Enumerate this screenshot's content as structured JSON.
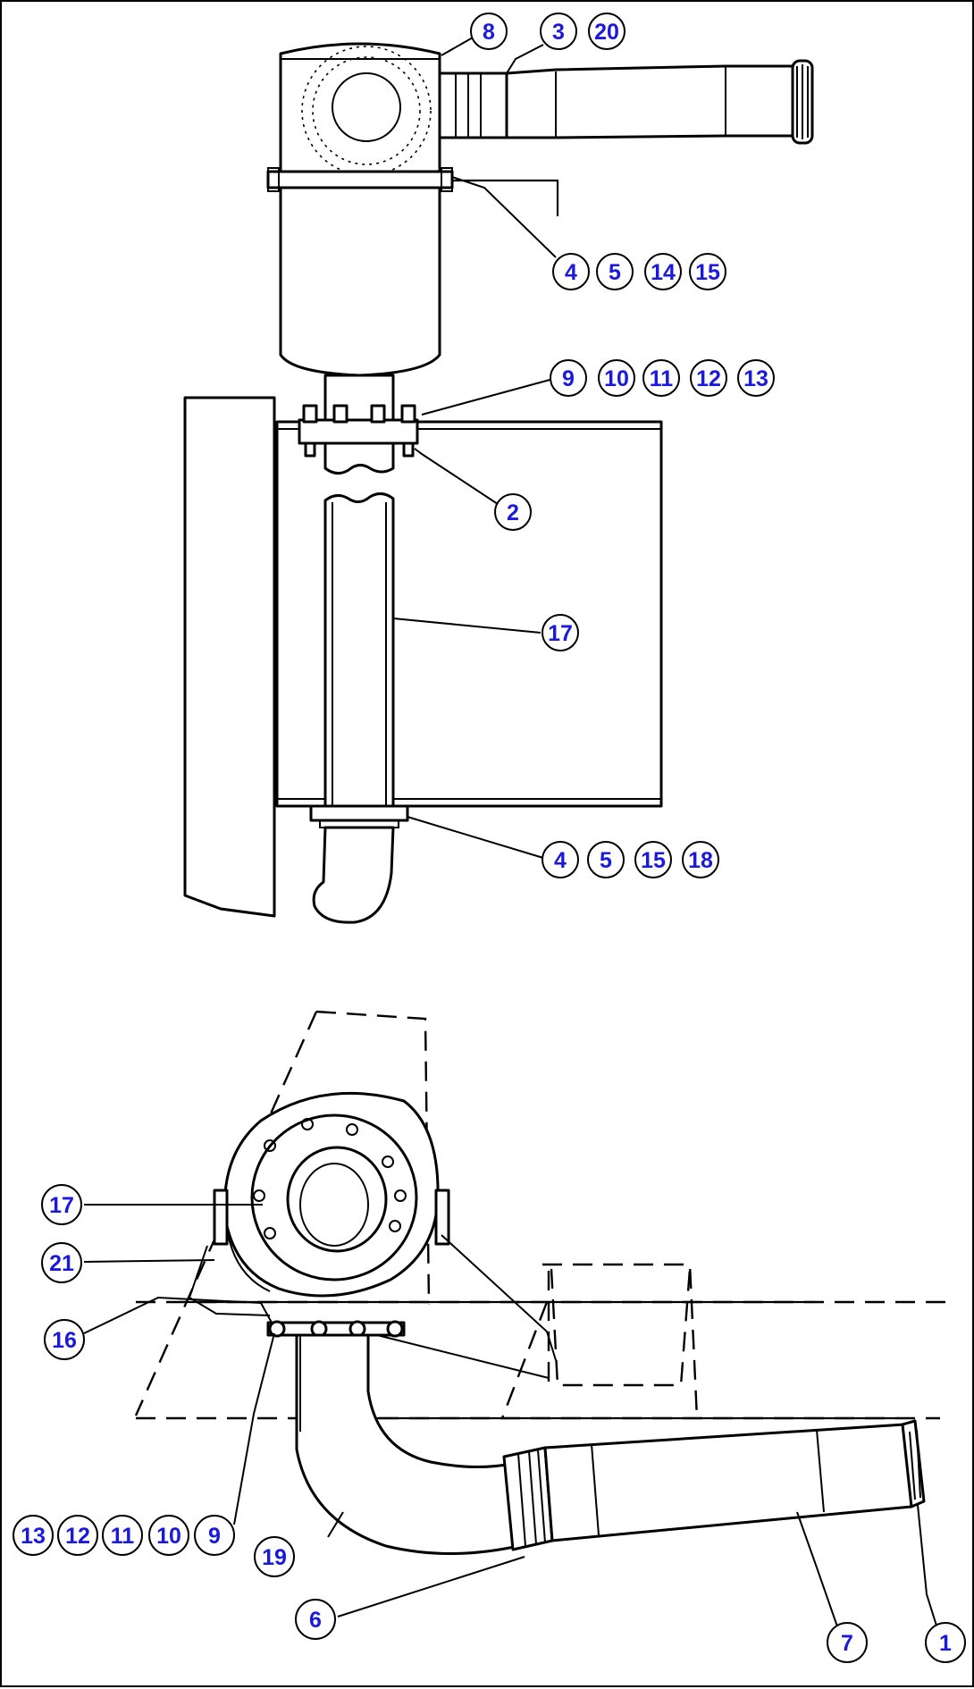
{
  "figure": {
    "top_view": {
      "callouts": [
        {
          "id": "c-top-8",
          "label": "8"
        },
        {
          "id": "c-top-3",
          "label": "3"
        },
        {
          "id": "c-top-20",
          "label": "20"
        },
        {
          "id": "c-top-4a",
          "label": "4"
        },
        {
          "id": "c-top-5a",
          "label": "5"
        },
        {
          "id": "c-top-14",
          "label": "14"
        },
        {
          "id": "c-top-15a",
          "label": "15"
        },
        {
          "id": "c-top-9",
          "label": "9"
        },
        {
          "id": "c-top-10",
          "label": "10"
        },
        {
          "id": "c-top-11",
          "label": "11"
        },
        {
          "id": "c-top-12",
          "label": "12"
        },
        {
          "id": "c-top-13",
          "label": "13"
        },
        {
          "id": "c-top-2",
          "label": "2"
        },
        {
          "id": "c-top-17",
          "label": "17"
        },
        {
          "id": "c-top-4b",
          "label": "4"
        },
        {
          "id": "c-top-5b",
          "label": "5"
        },
        {
          "id": "c-top-15b",
          "label": "15"
        },
        {
          "id": "c-top-18",
          "label": "18"
        }
      ]
    },
    "side_view": {
      "callouts": [
        {
          "id": "c-side-17",
          "label": "17"
        },
        {
          "id": "c-side-21",
          "label": "21"
        },
        {
          "id": "c-side-16",
          "label": "16"
        },
        {
          "id": "c-side-13",
          "label": "13"
        },
        {
          "id": "c-side-12",
          "label": "12"
        },
        {
          "id": "c-side-11",
          "label": "11"
        },
        {
          "id": "c-side-10",
          "label": "10"
        },
        {
          "id": "c-side-9",
          "label": "9"
        },
        {
          "id": "c-side-19",
          "label": "19"
        },
        {
          "id": "c-side-6",
          "label": "6"
        },
        {
          "id": "c-side-7",
          "label": "7"
        },
        {
          "id": "c-side-1",
          "label": "1"
        }
      ]
    }
  }
}
